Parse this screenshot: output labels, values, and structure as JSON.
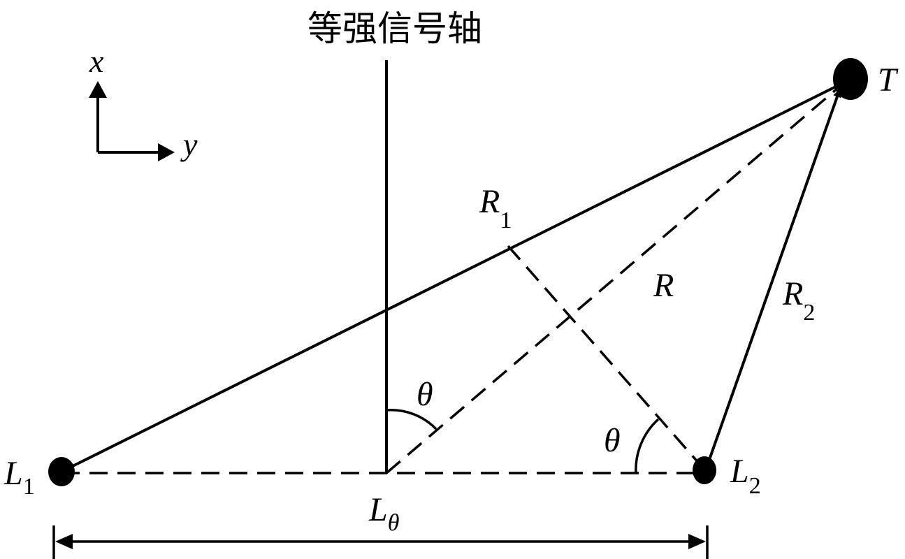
{
  "title": "等强信号轴",
  "axes": {
    "x": "x",
    "y": "y"
  },
  "points": {
    "L1": {
      "main": "L",
      "sub": "1"
    },
    "L2": {
      "main": "L",
      "sub": "2"
    },
    "L0": {
      "main": "L",
      "sub": "θ"
    },
    "T": {
      "main": "T"
    }
  },
  "segments": {
    "R1": {
      "main": "R",
      "sub": "1"
    },
    "R2": {
      "main": "R",
      "sub": "2"
    },
    "R": {
      "main": "R"
    }
  },
  "angles": {
    "theta_axis": "θ",
    "theta_L2": "θ"
  },
  "colors": {
    "stroke": "#000000",
    "background": "#ffffff"
  }
}
